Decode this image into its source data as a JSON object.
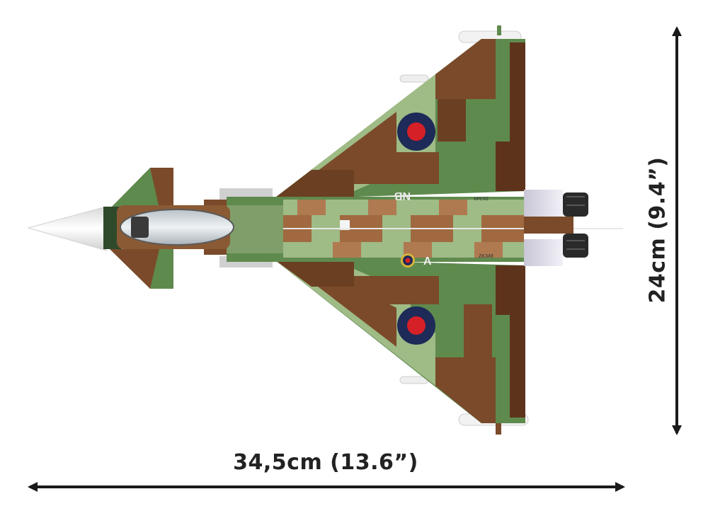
{
  "dimensions": {
    "width_label": "34,5cm (13.6”)",
    "height_label": "24cm (9.4”)"
  },
  "aircraft_markings": {
    "top_code": "NB",
    "bottom_code": "A",
    "serial_top": "ZK349",
    "serial_bottom": "ZK349"
  },
  "colors": {
    "camo_green": "#5f8a4e",
    "camo_light_green": "#9fbb86",
    "camo_brown": "#7a4a2a",
    "camo_dark_brown": "#5e331c",
    "roundel_blue": "#1e2a58",
    "roundel_red": "#d62027",
    "arrow": "#1a1a1a"
  }
}
